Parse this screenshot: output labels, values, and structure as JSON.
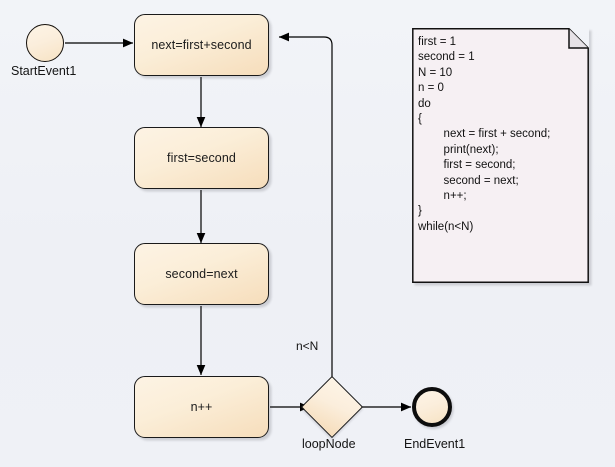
{
  "diagram": {
    "type": "bpmn-flowchart",
    "background_color": "#eff1f6",
    "node_fill": "#fbeed8",
    "node_stroke": "#1a1a1a",
    "note_fill": "#f6f0f3"
  },
  "nodes": {
    "start_event": {
      "label": "StartEvent1",
      "icon": "start-event-circle"
    },
    "task_next": {
      "label": "next=first+second"
    },
    "task_first": {
      "label": "first=second"
    },
    "task_second": {
      "label": "second=next"
    },
    "task_incr": {
      "label": "n++"
    },
    "gateway": {
      "label": "loopNode",
      "icon": "exclusive-gateway-diamond"
    },
    "end_event": {
      "label": "EndEvent1",
      "icon": "end-event-circle"
    }
  },
  "edges": {
    "loop_back": {
      "label": "n<N"
    }
  },
  "note": {
    "title": "code-note",
    "code": "first = 1\nsecond = 1\nN = 10\nn = 0\ndo\n{\n        next = first + second;\n        print(next);\n        first = second;\n        second = next;\n        n++;\n}\nwhile(n<N)"
  }
}
